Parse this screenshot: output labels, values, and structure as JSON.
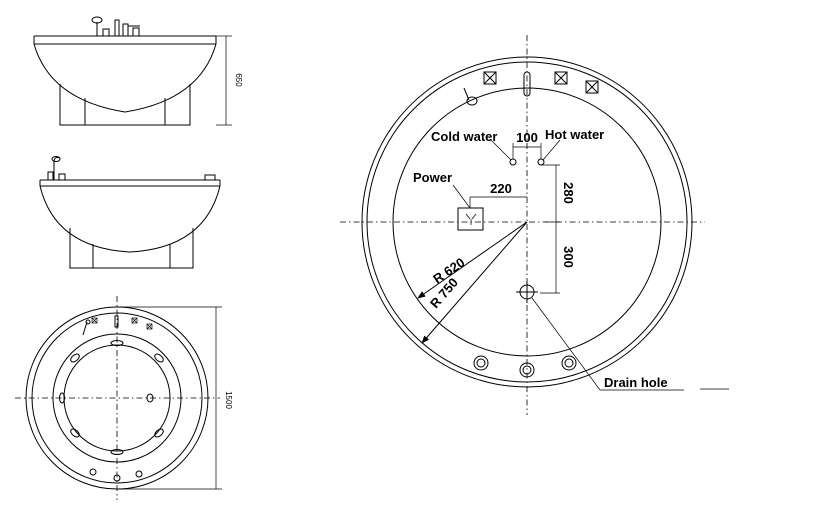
{
  "labels": {
    "cold_water": "Cold water",
    "hot_water": "Hot water",
    "power": "Power",
    "drain_hole": "Drain hole"
  },
  "dimensions": {
    "pipe_gap": "100",
    "power_offset": "220",
    "height_top": "280",
    "height_bottom": "300",
    "inner_radius": "R 620",
    "outer_radius": "R 750",
    "side_height": "650",
    "plan_diameter": "1500"
  }
}
